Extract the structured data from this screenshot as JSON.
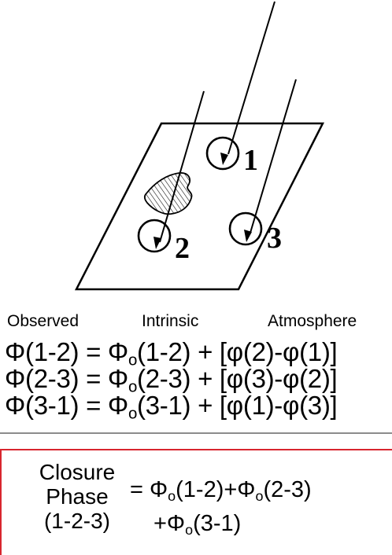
{
  "diagram": {
    "telescopes": [
      {
        "id": "tel-1",
        "label": "1"
      },
      {
        "id": "tel-2",
        "label": "2"
      },
      {
        "id": "tel-3",
        "label": "3"
      }
    ]
  },
  "headers": {
    "observed": "Observed",
    "intrinsic": "Intrinsic",
    "atmosphere": "Atmosphere"
  },
  "equations": [
    {
      "lhs": "Φ(1-2) = Φ",
      "sub": "o",
      "rhs": "(1-2) + [φ(2)-φ(1)]"
    },
    {
      "lhs": "Φ(2-3) = Φ",
      "sub": "o",
      "rhs": "(2-3) + [φ(3)-φ(2)]"
    },
    {
      "lhs": "Φ(3-1) = Φ",
      "sub": "o",
      "rhs": "(3-1) + [φ(1)-φ(3)]"
    }
  ],
  "closure": {
    "label_line1": "Closure",
    "label_line2": "Phase",
    "label_line3": "(1-2-3)",
    "line1_prefix": "= Φ",
    "line1_sub1": "o",
    "line1_mid": "(1-2)+Φ",
    "line1_sub2": "o",
    "line1_end": "(2-3)",
    "line2_prefix": "+Φ",
    "line2_sub": "o",
    "line2_end": "(3-1)"
  },
  "colors": {
    "ink": "#000000",
    "divider": "#8c8c8c",
    "box_border": "#d8262e"
  }
}
